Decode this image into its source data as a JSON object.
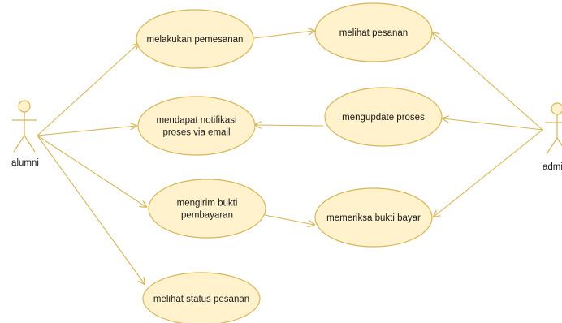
{
  "diagram": {
    "type": "use-case",
    "colors": {
      "fill": "#fff2cc",
      "stroke": "#d6b656",
      "edge": "#d6b656",
      "text": "#1a1a1a"
    },
    "actors": [
      {
        "id": "alumni",
        "label": "alumni"
      },
      {
        "id": "admin",
        "label": "admin"
      }
    ],
    "use_cases": [
      {
        "id": "melakukan_pemesanan",
        "lines": [
          "melakukan pemesanan"
        ]
      },
      {
        "id": "melihat_pesanan",
        "lines": [
          "melihat pesanan"
        ]
      },
      {
        "id": "mendapat_notifikasi",
        "lines": [
          "mendapat notifikasi",
          "proses via email"
        ]
      },
      {
        "id": "mengupdate_proses",
        "lines": [
          "mengupdate proses"
        ]
      },
      {
        "id": "mengirim_bukti",
        "lines": [
          "mengirim bukti",
          "pembayaran"
        ]
      },
      {
        "id": "memeriksa_bukti",
        "lines": [
          "memeriksa bukti bayar"
        ]
      },
      {
        "id": "melihat_status",
        "lines": [
          "melihat status pesanan"
        ]
      }
    ],
    "edges": [
      {
        "from": "alumni",
        "to": "melakukan_pemesanan"
      },
      {
        "from": "alumni",
        "to": "mendapat_notifikasi"
      },
      {
        "from": "alumni",
        "to": "mengirim_bukti"
      },
      {
        "from": "alumni",
        "to": "melihat_status"
      },
      {
        "from": "melakukan_pemesanan",
        "to": "melihat_pesanan"
      },
      {
        "from": "mengupdate_proses",
        "to": "mendapat_notifikasi"
      },
      {
        "from": "mengirim_bukti",
        "to": "memeriksa_bukti"
      },
      {
        "from": "admin",
        "to": "melihat_pesanan"
      },
      {
        "from": "admin",
        "to": "mengupdate_proses"
      },
      {
        "from": "admin",
        "to": "memeriksa_bukti"
      }
    ]
  }
}
